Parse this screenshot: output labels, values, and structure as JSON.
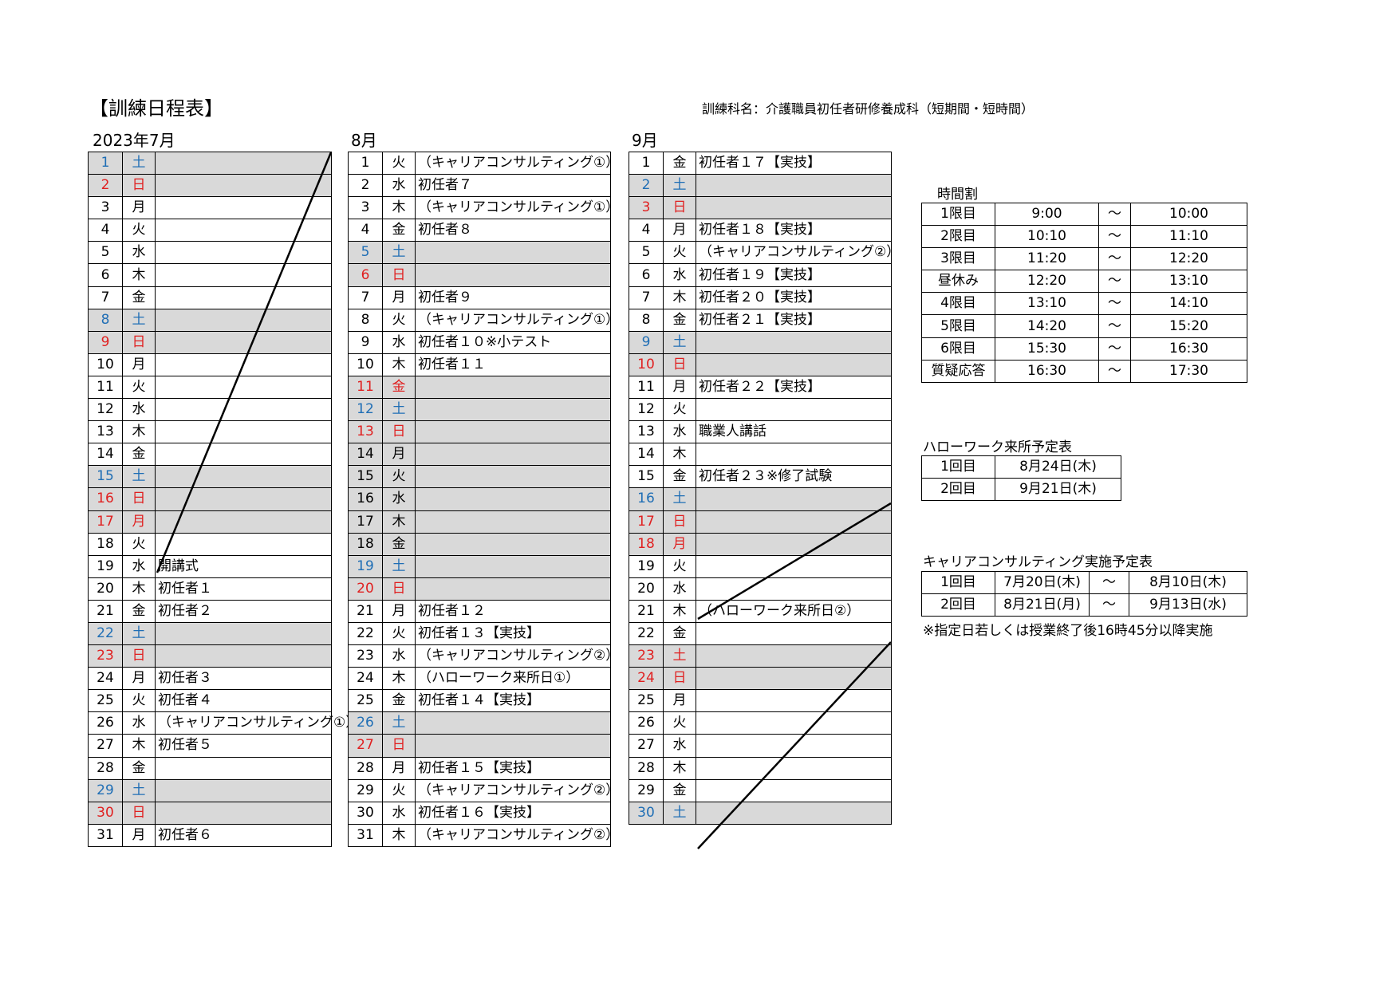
{
  "title": "【訓練日程表】",
  "course": "訓練科名：介護職員初任者研修養成科（短期間・短時間）",
  "colors": {
    "saturday": "#1f6eb5",
    "sunday": "#e02020",
    "shade": "#d9d9d9"
  },
  "months": [
    {
      "label": "2023年7月",
      "rows": [
        {
          "day": "1",
          "wd": "土",
          "type": "sat",
          "gray": true,
          "text": ""
        },
        {
          "day": "2",
          "wd": "日",
          "type": "sun",
          "gray": true,
          "text": ""
        },
        {
          "day": "3",
          "wd": "月",
          "type": "",
          "gray": false,
          "text": ""
        },
        {
          "day": "4",
          "wd": "火",
          "type": "",
          "gray": false,
          "text": ""
        },
        {
          "day": "5",
          "wd": "水",
          "type": "",
          "gray": false,
          "text": ""
        },
        {
          "day": "6",
          "wd": "木",
          "type": "",
          "gray": false,
          "text": ""
        },
        {
          "day": "7",
          "wd": "金",
          "type": "",
          "gray": false,
          "text": ""
        },
        {
          "day": "8",
          "wd": "土",
          "type": "sat",
          "gray": true,
          "text": ""
        },
        {
          "day": "9",
          "wd": "日",
          "type": "sun",
          "gray": true,
          "text": ""
        },
        {
          "day": "10",
          "wd": "月",
          "type": "",
          "gray": false,
          "text": ""
        },
        {
          "day": "11",
          "wd": "火",
          "type": "",
          "gray": false,
          "text": ""
        },
        {
          "day": "12",
          "wd": "水",
          "type": "",
          "gray": false,
          "text": ""
        },
        {
          "day": "13",
          "wd": "木",
          "type": "",
          "gray": false,
          "text": ""
        },
        {
          "day": "14",
          "wd": "金",
          "type": "",
          "gray": false,
          "text": ""
        },
        {
          "day": "15",
          "wd": "土",
          "type": "sat",
          "gray": true,
          "text": ""
        },
        {
          "day": "16",
          "wd": "日",
          "type": "sun",
          "gray": true,
          "text": ""
        },
        {
          "day": "17",
          "wd": "月",
          "type": "sun",
          "gray": true,
          "text": ""
        },
        {
          "day": "18",
          "wd": "火",
          "type": "",
          "gray": false,
          "text": ""
        },
        {
          "day": "19",
          "wd": "水",
          "type": "",
          "gray": false,
          "text": "開講式"
        },
        {
          "day": "20",
          "wd": "木",
          "type": "",
          "gray": false,
          "text": "初任者１"
        },
        {
          "day": "21",
          "wd": "金",
          "type": "",
          "gray": false,
          "text": "初任者２"
        },
        {
          "day": "22",
          "wd": "土",
          "type": "sat",
          "gray": true,
          "text": ""
        },
        {
          "day": "23",
          "wd": "日",
          "type": "sun",
          "gray": true,
          "text": ""
        },
        {
          "day": "24",
          "wd": "月",
          "type": "",
          "gray": false,
          "text": "初任者３"
        },
        {
          "day": "25",
          "wd": "火",
          "type": "",
          "gray": false,
          "text": "初任者４"
        },
        {
          "day": "26",
          "wd": "水",
          "type": "",
          "gray": false,
          "text": "（キャリアコンサルティング①）",
          "small": true
        },
        {
          "day": "27",
          "wd": "木",
          "type": "",
          "gray": false,
          "text": "初任者５"
        },
        {
          "day": "28",
          "wd": "金",
          "type": "",
          "gray": false,
          "text": ""
        },
        {
          "day": "29",
          "wd": "土",
          "type": "sat",
          "gray": true,
          "text": ""
        },
        {
          "day": "30",
          "wd": "日",
          "type": "sun",
          "gray": true,
          "text": ""
        },
        {
          "day": "31",
          "wd": "月",
          "type": "",
          "gray": false,
          "text": "初任者６"
        }
      ]
    },
    {
      "label": "8月",
      "rows": [
        {
          "day": "1",
          "wd": "火",
          "type": "",
          "gray": false,
          "text": "（キャリアコンサルティング①）"
        },
        {
          "day": "2",
          "wd": "水",
          "type": "",
          "gray": false,
          "text": "初任者７"
        },
        {
          "day": "3",
          "wd": "木",
          "type": "",
          "gray": false,
          "text": "（キャリアコンサルティング①）"
        },
        {
          "day": "4",
          "wd": "金",
          "type": "",
          "gray": false,
          "text": "初任者８"
        },
        {
          "day": "5",
          "wd": "土",
          "type": "sat",
          "gray": true,
          "text": ""
        },
        {
          "day": "6",
          "wd": "日",
          "type": "sun",
          "gray": true,
          "text": ""
        },
        {
          "day": "7",
          "wd": "月",
          "type": "",
          "gray": false,
          "text": "初任者９"
        },
        {
          "day": "8",
          "wd": "火",
          "type": "",
          "gray": false,
          "text": "（キャリアコンサルティング①）"
        },
        {
          "day": "9",
          "wd": "水",
          "type": "",
          "gray": false,
          "text": "初任者１０※小テスト"
        },
        {
          "day": "10",
          "wd": "木",
          "type": "",
          "gray": false,
          "text": "初任者１１"
        },
        {
          "day": "11",
          "wd": "金",
          "type": "sun",
          "gray": true,
          "text": ""
        },
        {
          "day": "12",
          "wd": "土",
          "type": "sat",
          "gray": true,
          "text": ""
        },
        {
          "day": "13",
          "wd": "日",
          "type": "sun",
          "gray": true,
          "text": ""
        },
        {
          "day": "14",
          "wd": "月",
          "type": "",
          "gray": true,
          "text": ""
        },
        {
          "day": "15",
          "wd": "火",
          "type": "",
          "gray": true,
          "text": ""
        },
        {
          "day": "16",
          "wd": "水",
          "type": "",
          "gray": true,
          "text": ""
        },
        {
          "day": "17",
          "wd": "木",
          "type": "",
          "gray": true,
          "text": ""
        },
        {
          "day": "18",
          "wd": "金",
          "type": "",
          "gray": true,
          "text": ""
        },
        {
          "day": "19",
          "wd": "土",
          "type": "sat",
          "gray": true,
          "text": ""
        },
        {
          "day": "20",
          "wd": "日",
          "type": "sun",
          "gray": true,
          "text": ""
        },
        {
          "day": "21",
          "wd": "月",
          "type": "",
          "gray": false,
          "text": "初任者１２"
        },
        {
          "day": "22",
          "wd": "火",
          "type": "",
          "gray": false,
          "text": "初任者１３【実技】"
        },
        {
          "day": "23",
          "wd": "水",
          "type": "",
          "gray": false,
          "text": "（キャリアコンサルティング②）"
        },
        {
          "day": "24",
          "wd": "木",
          "type": "",
          "gray": false,
          "text": "（ハローワーク来所日①）"
        },
        {
          "day": "25",
          "wd": "金",
          "type": "",
          "gray": false,
          "text": "初任者１４【実技】"
        },
        {
          "day": "26",
          "wd": "土",
          "type": "sat",
          "gray": true,
          "text": ""
        },
        {
          "day": "27",
          "wd": "日",
          "type": "sun",
          "gray": true,
          "text": ""
        },
        {
          "day": "28",
          "wd": "月",
          "type": "",
          "gray": false,
          "text": "初任者１５【実技】"
        },
        {
          "day": "29",
          "wd": "火",
          "type": "",
          "gray": false,
          "text": "（キャリアコンサルティング②）"
        },
        {
          "day": "30",
          "wd": "水",
          "type": "",
          "gray": false,
          "text": "初任者１６【実技】"
        },
        {
          "day": "31",
          "wd": "木",
          "type": "",
          "gray": false,
          "text": "（キャリアコンサルティング②）"
        }
      ]
    },
    {
      "label": "9月",
      "rows": [
        {
          "day": "1",
          "wd": "金",
          "type": "",
          "gray": false,
          "text": "初任者１７【実技】"
        },
        {
          "day": "2",
          "wd": "土",
          "type": "sat",
          "gray": true,
          "text": ""
        },
        {
          "day": "3",
          "wd": "日",
          "type": "sun",
          "gray": true,
          "text": ""
        },
        {
          "day": "4",
          "wd": "月",
          "type": "",
          "gray": false,
          "text": "初任者１８【実技】"
        },
        {
          "day": "5",
          "wd": "火",
          "type": "",
          "gray": false,
          "text": "（キャリアコンサルティング②）"
        },
        {
          "day": "6",
          "wd": "水",
          "type": "",
          "gray": false,
          "text": "初任者１９【実技】"
        },
        {
          "day": "7",
          "wd": "木",
          "type": "",
          "gray": false,
          "text": "初任者２０【実技】"
        },
        {
          "day": "8",
          "wd": "金",
          "type": "",
          "gray": false,
          "text": "初任者２１【実技】"
        },
        {
          "day": "9",
          "wd": "土",
          "type": "sat",
          "gray": true,
          "text": ""
        },
        {
          "day": "10",
          "wd": "日",
          "type": "sun",
          "gray": true,
          "text": ""
        },
        {
          "day": "11",
          "wd": "月",
          "type": "",
          "gray": false,
          "text": "初任者２２【実技】"
        },
        {
          "day": "12",
          "wd": "火",
          "type": "",
          "gray": false,
          "text": ""
        },
        {
          "day": "13",
          "wd": "水",
          "type": "",
          "gray": false,
          "text": "職業人講話"
        },
        {
          "day": "14",
          "wd": "木",
          "type": "",
          "gray": false,
          "text": ""
        },
        {
          "day": "15",
          "wd": "金",
          "type": "",
          "gray": false,
          "text": "初任者２３※修了試験"
        },
        {
          "day": "16",
          "wd": "土",
          "type": "sat",
          "gray": true,
          "text": ""
        },
        {
          "day": "17",
          "wd": "日",
          "type": "sun",
          "gray": true,
          "text": ""
        },
        {
          "day": "18",
          "wd": "月",
          "type": "sun",
          "gray": true,
          "text": ""
        },
        {
          "day": "19",
          "wd": "火",
          "type": "",
          "gray": false,
          "text": ""
        },
        {
          "day": "20",
          "wd": "水",
          "type": "",
          "gray": false,
          "text": ""
        },
        {
          "day": "21",
          "wd": "木",
          "type": "",
          "gray": false,
          "text": "（ハローワーク来所日②）"
        },
        {
          "day": "22",
          "wd": "金",
          "type": "",
          "gray": false,
          "text": ""
        },
        {
          "day": "23",
          "wd": "土",
          "type": "sun",
          "gray": true,
          "text": ""
        },
        {
          "day": "24",
          "wd": "日",
          "type": "sun",
          "gray": true,
          "text": ""
        },
        {
          "day": "25",
          "wd": "月",
          "type": "",
          "gray": false,
          "text": ""
        },
        {
          "day": "26",
          "wd": "火",
          "type": "",
          "gray": false,
          "text": ""
        },
        {
          "day": "27",
          "wd": "水",
          "type": "",
          "gray": false,
          "text": ""
        },
        {
          "day": "28",
          "wd": "木",
          "type": "",
          "gray": false,
          "text": ""
        },
        {
          "day": "29",
          "wd": "金",
          "type": "",
          "gray": false,
          "text": ""
        },
        {
          "day": "30",
          "wd": "土",
          "type": "sat",
          "gray": true,
          "text": ""
        }
      ]
    }
  ],
  "timetable": {
    "heading": "時間割",
    "tilde": "～",
    "rows": [
      {
        "period": "1限目",
        "start": "9:00",
        "end": "10:00"
      },
      {
        "period": "2限目",
        "start": "10:10",
        "end": "11:10"
      },
      {
        "period": "3限目",
        "start": "11:20",
        "end": "12:20"
      },
      {
        "period": "昼休み",
        "start": "12:20",
        "end": "13:10"
      },
      {
        "period": "4限目",
        "start": "13:10",
        "end": "14:10"
      },
      {
        "period": "5限目",
        "start": "14:20",
        "end": "15:20"
      },
      {
        "period": "6限目",
        "start": "15:30",
        "end": "16:30"
      },
      {
        "period": "質疑応答",
        "start": "16:30",
        "end": "17:30"
      }
    ]
  },
  "hellowork": {
    "heading": "ハローワーク来所予定表",
    "rows": [
      {
        "n": "1回目",
        "date": "8月24日(木)"
      },
      {
        "n": "2回目",
        "date": "9月21日(木)"
      }
    ]
  },
  "career": {
    "heading": "キャリアコンサルティング実施予定表",
    "tilde": "～",
    "rows": [
      {
        "n": "1回目",
        "from": "7月20日(木)",
        "to": "8月10日(木)"
      },
      {
        "n": "2回目",
        "from": "8月21日(月)",
        "to": "9月13日(水)"
      }
    ],
    "note": "※指定日若しくは授業終了後16時45分以降実施"
  }
}
